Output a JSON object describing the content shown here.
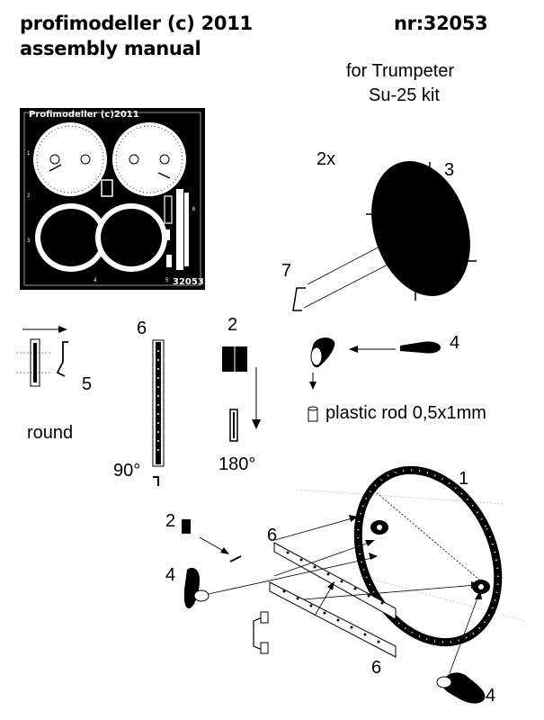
{
  "header": {
    "brand_line": "profimodeller (c) 2011",
    "manual_line": "assembly manual",
    "part_number": "nr:32053"
  },
  "kit": {
    "line1": "for Trumpeter",
    "line2": "Su-25 kit"
  },
  "fret": {
    "title": "Profimodeller (c)2011",
    "number": "32053",
    "markers": [
      "1",
      "2",
      "3",
      "4",
      "5",
      "6"
    ]
  },
  "labels": {
    "qty": "2x",
    "p3": "3",
    "p7": "7",
    "p4a": "4",
    "p5": "5",
    "round": "round",
    "p6a": "6",
    "deg90": "90°",
    "p2a": "2",
    "deg180": "180°",
    "plastic": "plastic rod 0,5x1mm",
    "p1": "1",
    "p2b": "2",
    "p6b": "6",
    "p4b": "4",
    "p6c": "6",
    "p4c": "4"
  },
  "colors": {
    "ink": "#000000",
    "paper": "#ffffff",
    "guide": "#bbbbbb"
  }
}
